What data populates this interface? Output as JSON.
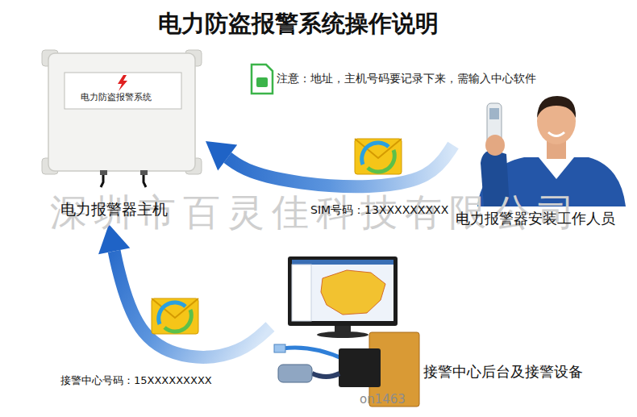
{
  "diagram": {
    "title": "电力防盗报警系统操作说明",
    "nodes": [
      {
        "text": [
          "电力防盗报警系统",
          "电力报警器主机"
        ]
      },
      {
        "text": [
          "电力报警器安装工作人员"
        ]
      },
      {
        "text": [
          "接警中心后台及接警设备"
        ]
      }
    ],
    "edges": [
      {
        "from": 1,
        "to": 0,
        "arrow": "to",
        "label": "SIM号码：13XXXXXXXXX"
      },
      {
        "from": 2,
        "to": 0,
        "arrow": "to",
        "label": "接警中心号码：15XXXXXXXXX"
      }
    ],
    "labels": [
      "注意：地址，主机号码要记录下来，需输入中心软件",
      "深圳市百灵佳科技有限公司",
      "on1463"
    ]
  }
}
